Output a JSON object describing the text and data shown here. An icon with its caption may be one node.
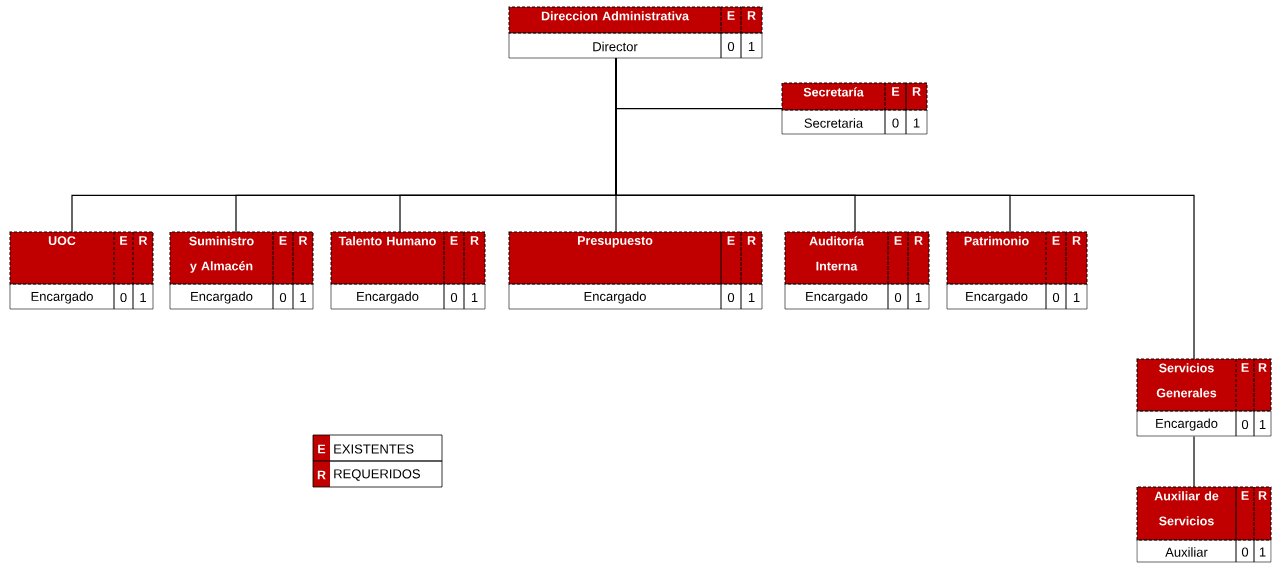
{
  "diagram": {
    "nodes": [
      {
        "text": [
          "Direccion Administrativa",
          "E",
          "R",
          "Director",
          "0",
          "1"
        ]
      },
      {
        "text": [
          "Secretaría",
          "E",
          "R",
          "Secretaria",
          "0",
          "1"
        ]
      },
      {
        "text": [
          "UOC",
          "E",
          "R",
          "Encargado",
          "0",
          "1"
        ]
      },
      {
        "text": [
          "Suministro y Almacén",
          "E",
          "R",
          "Encargado",
          "0",
          "1"
        ]
      },
      {
        "text": [
          "Talento Humano",
          "E",
          "R",
          "Encargado",
          "0",
          "1"
        ]
      },
      {
        "text": [
          "Presupuesto",
          "E",
          "R",
          "Encargado",
          "0",
          "1"
        ]
      },
      {
        "text": [
          "Auditoría Interna",
          "E",
          "R",
          "Encargado",
          "0",
          "1"
        ]
      },
      {
        "text": [
          "Patrimonio",
          "E",
          "R",
          "Encargado",
          "0",
          "1"
        ]
      },
      {
        "text": [
          "Servicios Generales",
          "E",
          "R",
          "Encargado",
          "0",
          "1"
        ]
      },
      {
        "text": [
          "Auxiliar de Servicios",
          "E",
          "R",
          "Auxiliar",
          "0",
          "1"
        ]
      }
    ],
    "edges": [
      {
        "from": 0,
        "to": 1,
        "arrow": "none"
      },
      {
        "from": 0,
        "to": 2,
        "arrow": "none"
      },
      {
        "from": 0,
        "to": 3,
        "arrow": "none"
      },
      {
        "from": 0,
        "to": 4,
        "arrow": "none"
      },
      {
        "from": 0,
        "to": 5,
        "arrow": "none"
      },
      {
        "from": 0,
        "to": 6,
        "arrow": "none"
      },
      {
        "from": 0,
        "to": 7,
        "arrow": "none"
      },
      {
        "from": 0,
        "to": 8,
        "arrow": "none"
      },
      {
        "from": 8,
        "to": 9,
        "arrow": "none"
      }
    ],
    "labels": [
      "E",
      "R"
    ],
    "legend": [
      {
        "text": "EXISTENTES",
        "color": "#c00000"
      },
      {
        "text": "REQUERIDOS",
        "color": "#c00000"
      }
    ]
  }
}
